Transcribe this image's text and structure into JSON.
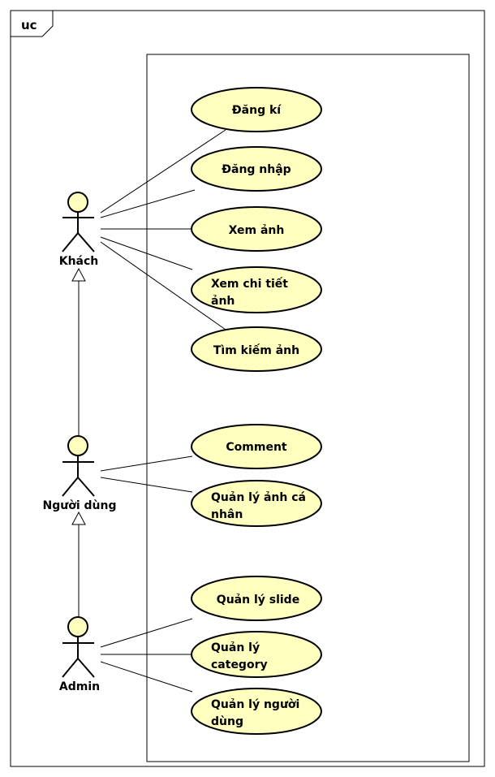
{
  "frame": {
    "label": "uc"
  },
  "actors": {
    "khach": {
      "name": "Khách"
    },
    "nguoi_dung": {
      "name": "Người dùng"
    },
    "admin": {
      "name": "Admin"
    }
  },
  "use_cases": {
    "dang_ki": {
      "lines": [
        "Đăng kí"
      ]
    },
    "dang_nhap": {
      "lines": [
        "Đăng nhập"
      ]
    },
    "xem_anh": {
      "lines": [
        "Xem ảnh"
      ]
    },
    "xem_chi_tiet_anh": {
      "lines": [
        "Xem chi tiết",
        "ảnh"
      ]
    },
    "tim_kiem_anh": {
      "lines": [
        "Tìm kiếm ảnh"
      ]
    },
    "comment": {
      "lines": [
        "Comment"
      ]
    },
    "quan_ly_anh_ca_nhan": {
      "lines": [
        "Quản lý ảnh cá",
        "nhân"
      ]
    },
    "quan_ly_slide": {
      "lines": [
        "Quản lý slide"
      ]
    },
    "quan_ly_category": {
      "lines": [
        "Quản lý",
        "category"
      ]
    },
    "quan_ly_nguoi_dung": {
      "lines": [
        "Quản lý người",
        "dùng"
      ]
    }
  },
  "colors": {
    "usecase_fill": "#ffffc0",
    "actor_head_fill": "#ffffc0",
    "stroke": "#000000"
  }
}
